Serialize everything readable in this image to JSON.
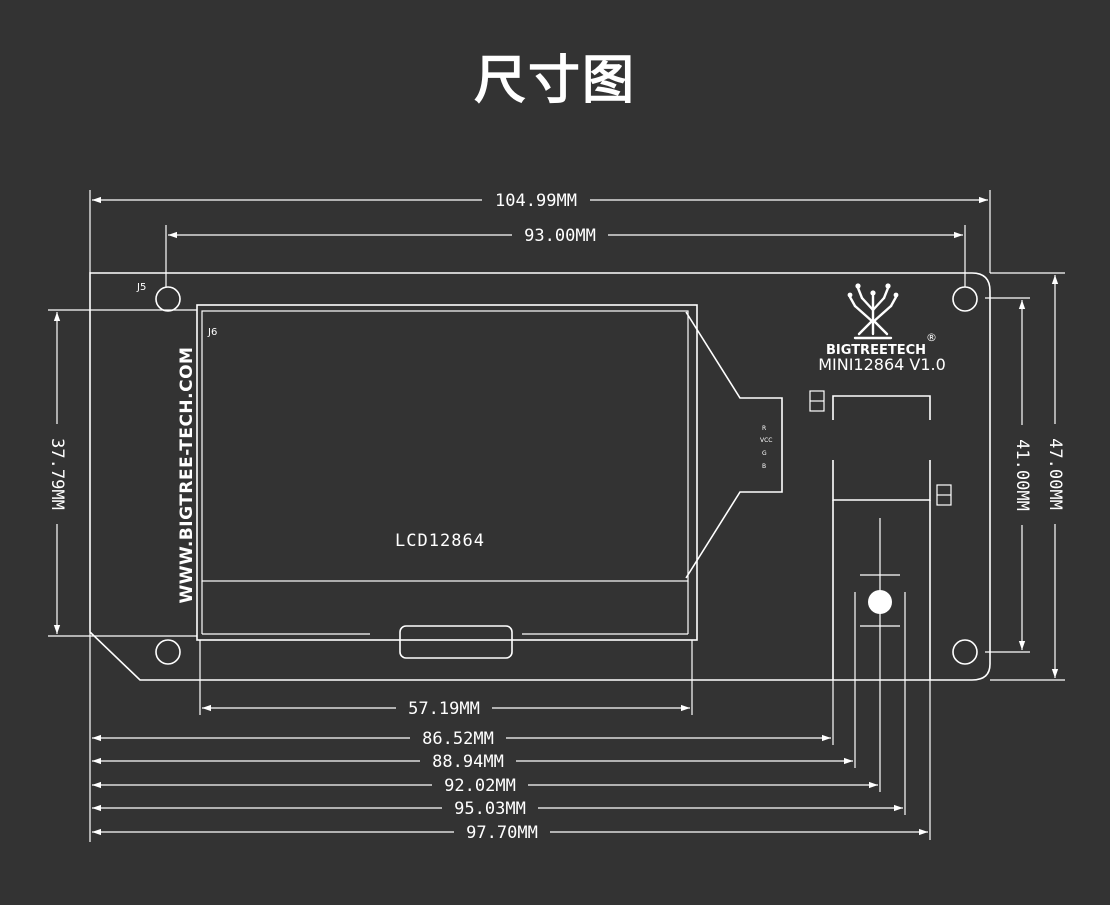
{
  "title": "尺寸图",
  "board": {
    "brand": "BIGTREETECH",
    "model": "MINI12864 V1.0",
    "website": "WWW.BIGTREE-TECH.COM",
    "lcd_label": "LCD12864",
    "label_j5": "J5",
    "label_j6": "J6",
    "pins": [
      "R",
      "VCC",
      "G",
      "B"
    ],
    "registered_mark": "®"
  },
  "dimensions": {
    "overall_width": "104.99MM",
    "hole_spacing_x": "93.00MM",
    "lcd_height": "37.79MM",
    "hole_spacing_y": "41.00MM",
    "overall_height": "47.00MM",
    "lcd_width": "57.19MM",
    "d1": "86.52MM",
    "d2": "88.94MM",
    "d3": "92.02MM",
    "d4": "95.03MM",
    "d5": "97.70MM"
  }
}
